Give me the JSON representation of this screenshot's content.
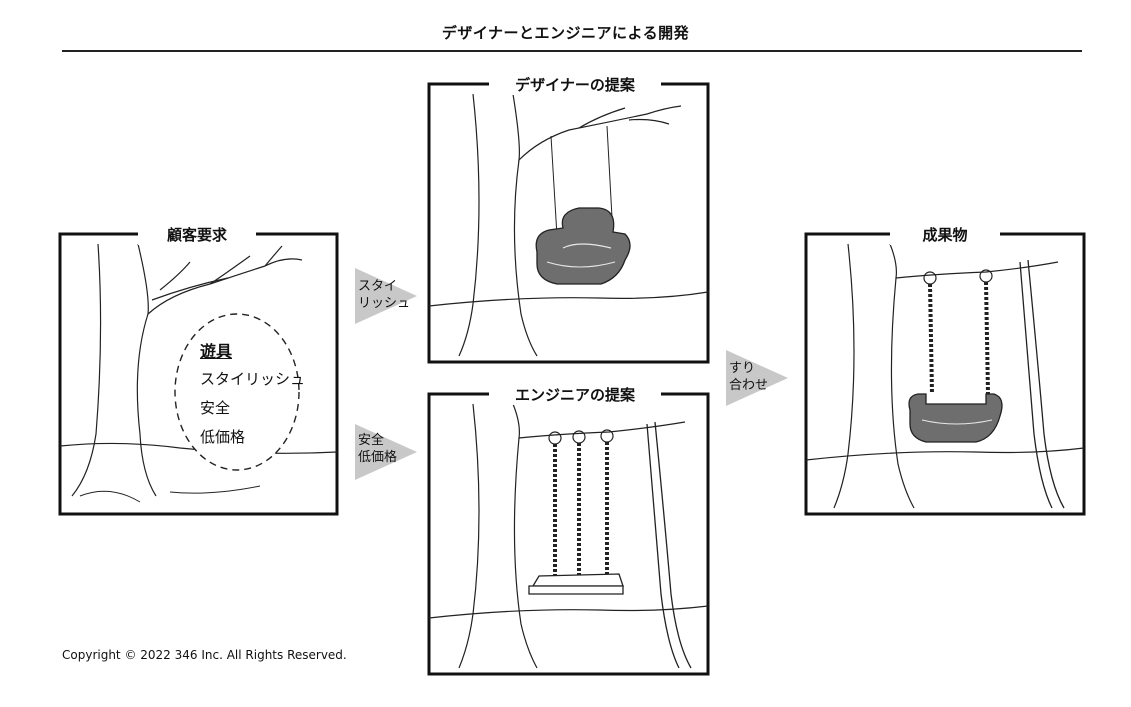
{
  "title": "デザイナーとエンジニアによる開発",
  "panels": {
    "customer": {
      "label": "顧客要求",
      "requirements": {
        "heading": "遊具",
        "items": [
          "スタイリッシュ",
          "安全",
          "低価格"
        ]
      }
    },
    "designer": {
      "label": "デザイナーの提案"
    },
    "engineer": {
      "label": "エンジニアの提案"
    },
    "result": {
      "label": "成果物"
    }
  },
  "arrows": {
    "to_designer": {
      "line1": "スタイ",
      "line2": "リッシュ"
    },
    "to_engineer": {
      "line1": "安全",
      "line2": "低価格"
    },
    "to_result": {
      "line1": "すり",
      "line2": "合わせ"
    }
  },
  "copyright": "Copyright © 2022 346 Inc. All Rights Reserved.",
  "colors": {
    "frame": "#111111",
    "arrow": "#c8c8c8",
    "seat": "#6e6e6e",
    "line": "#222222"
  }
}
